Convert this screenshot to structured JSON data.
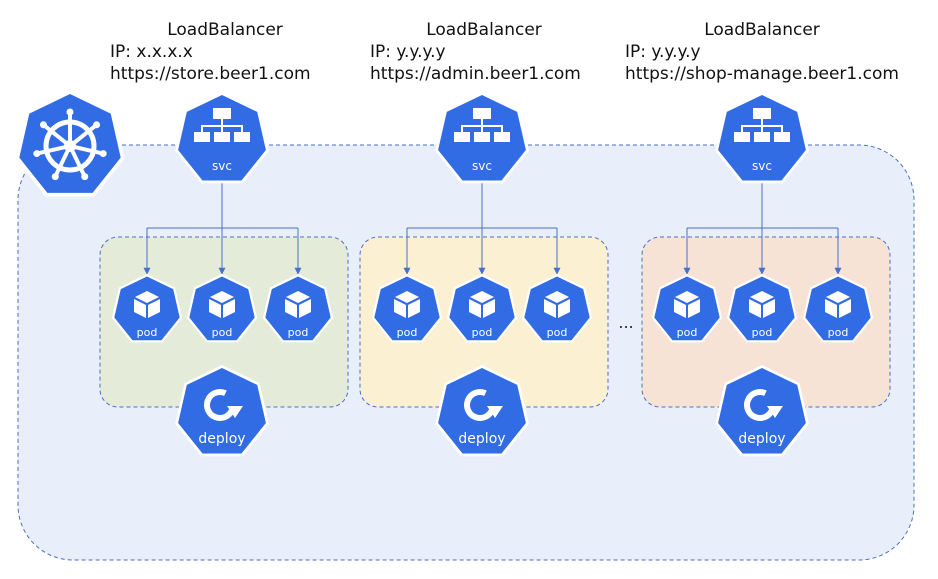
{
  "colors": {
    "cluster_fill": "#e9eefb",
    "border": "#4a6fc9",
    "icon_blue": "#326ce5",
    "white": "#ffffff",
    "group_fills": [
      "#e4ecd9",
      "#fbf1d2",
      "#f6e3d6"
    ]
  },
  "services": [
    {
      "title": "LoadBalancer",
      "ip": "IP: x.x.x.x",
      "url": "https://store.beer1.com",
      "svc_label": "svc",
      "deploy_label": "deploy",
      "pods": [
        "pod",
        "pod",
        "pod"
      ]
    },
    {
      "title": "LoadBalancer",
      "ip": "IP: y.y.y.y",
      "url": "https://admin.beer1.com",
      "svc_label": "svc",
      "deploy_label": "deploy",
      "pods": [
        "pod",
        "pod",
        "pod"
      ]
    },
    {
      "title": "LoadBalancer",
      "ip": "IP: y.y.y.y",
      "url": "https://shop-manage.beer1.com",
      "svc_label": "svc",
      "deploy_label": "deploy",
      "pods": [
        "pod",
        "pod",
        "pod"
      ]
    }
  ],
  "ellipsis": "...",
  "icons": {
    "cluster": "kubernetes-helm-wheel-icon",
    "svc": "service-network-icon",
    "pod": "pod-cube-icon",
    "deploy": "deployment-rotate-icon"
  }
}
